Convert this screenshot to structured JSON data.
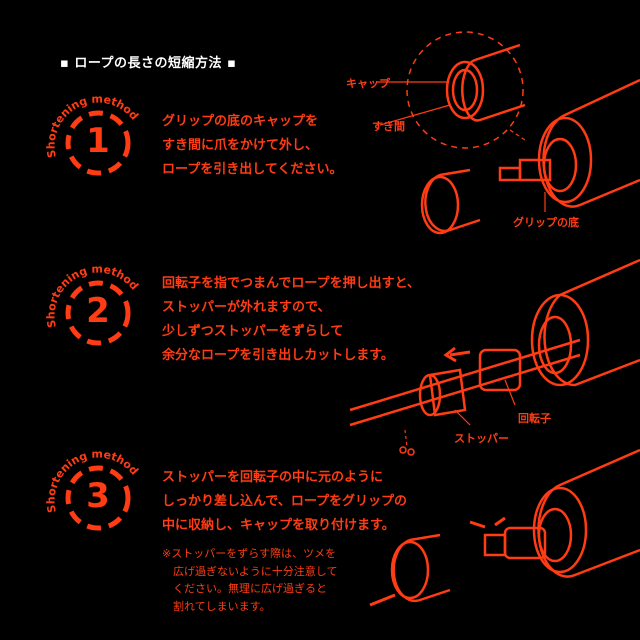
{
  "title": "▪ ロープの長さの短縮方法 ▪",
  "accent": "#ff3c14",
  "steps": [
    {
      "arc_label": "Shortening method",
      "number": "1",
      "text": "グリップの底のキャップを\nすき間に爪をかけて外し、\nロープを引き出してください。"
    },
    {
      "arc_label": "Shortening method",
      "number": "2",
      "text": "回転子を指でつまんでロープを押し出すと、\nストッパーが外れますので、\n少しずつストッパーをずらして\n余分なロープを引き出しカットします。"
    },
    {
      "arc_label": "Shortening method",
      "number": "3",
      "text": "ストッパーを回転子の中に元のように\nしっかり差し込んで、ロープをグリップの\n中に収納し、キャップを取り付けます。"
    }
  ],
  "note": "※ストッパーをずらす際は、ツメを\n　広げ過ぎないように十分注意して\n　ください。無理に広げ過ぎると\n　割れてしまいます。",
  "labels": {
    "cap": "キャップ",
    "gap": "すき間",
    "grip_bottom": "グリップの底",
    "rotor": "回転子",
    "stopper": "ストッパー"
  }
}
